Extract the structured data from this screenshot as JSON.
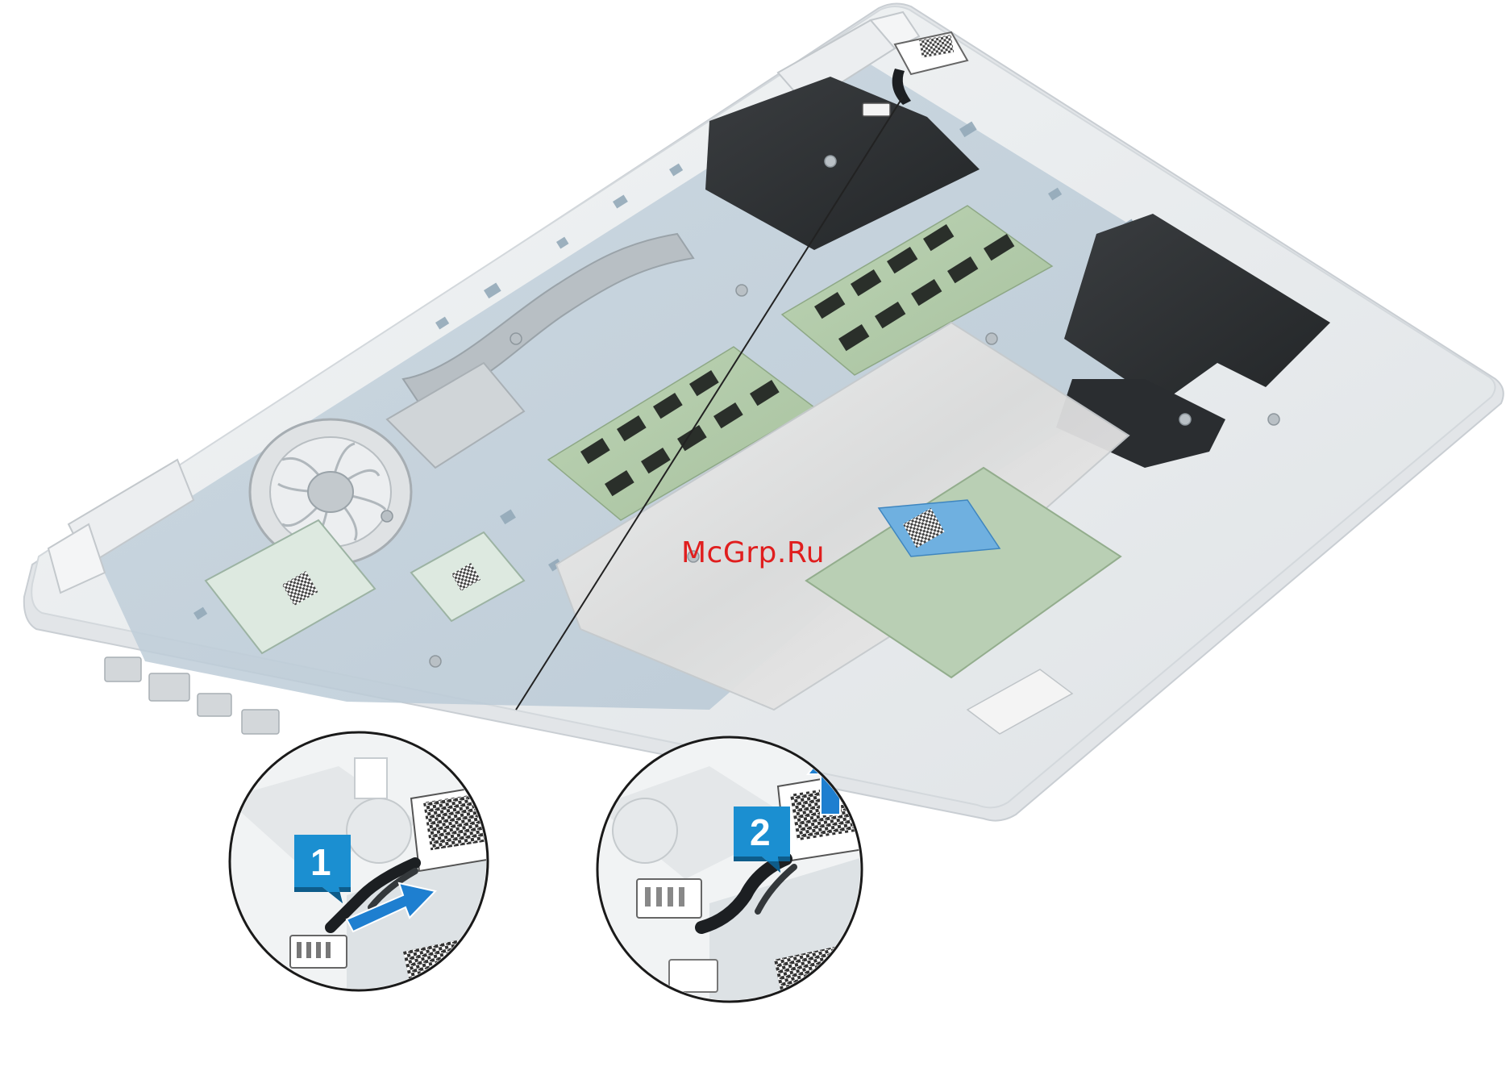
{
  "watermark": "McGrp.Ru",
  "callouts": [
    {
      "step": "1"
    },
    {
      "step": "2"
    }
  ],
  "colors": {
    "step_badge": "#1b8fd1",
    "step_badge_dark": "#0e5c8a",
    "arrow": "#1e7fd0",
    "watermark": "#e01e1e",
    "chassis": "#e9ecee",
    "board": "#c9d6df",
    "component_dark": "#1c1f22"
  }
}
